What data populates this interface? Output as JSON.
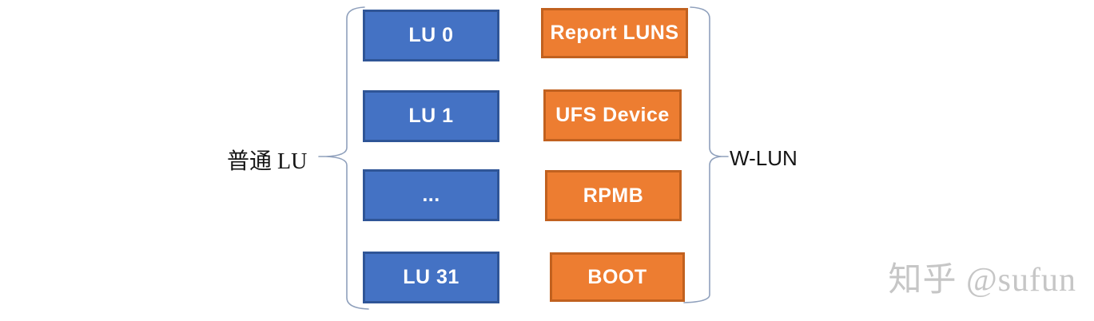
{
  "diagram": {
    "left_group": {
      "label": "普通 LU",
      "items": [
        {
          "label": "LU 0"
        },
        {
          "label": "LU 1"
        },
        {
          "label": "..."
        },
        {
          "label": "LU 31"
        }
      ],
      "fill_color": "#4472C4",
      "border_color": "#2F5597"
    },
    "right_group": {
      "label": "W-LUN",
      "items": [
        {
          "label": "Report LUNS"
        },
        {
          "label": "UFS Device"
        },
        {
          "label": "RPMB"
        },
        {
          "label": "BOOT"
        }
      ],
      "fill_color": "#ED7D31",
      "border_color": "#C1611F"
    },
    "brace_color": "#8FA0BC",
    "text_color": "#FFFFFF"
  },
  "watermark": {
    "text": "知乎 @sufun",
    "color": "#C6C6C6"
  }
}
